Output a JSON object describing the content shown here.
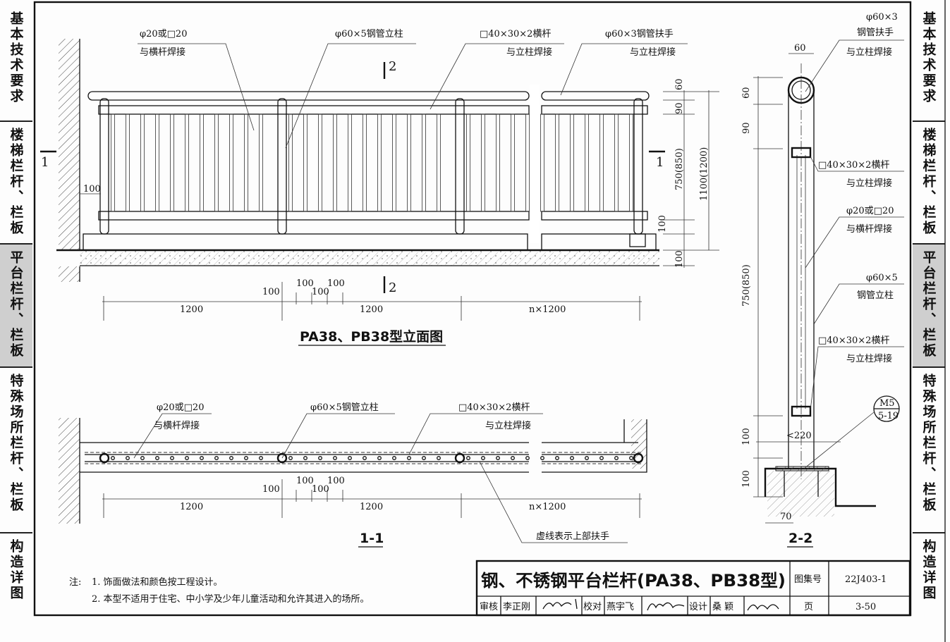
{
  "side_tabs_left": [
    "基本技术要求",
    "楼梯栏杆、栏板",
    "平台栏杆、栏板",
    "特殊场所栏杆、栏板",
    "构造详图"
  ],
  "side_tabs_right": [
    "基本技术要求",
    "楼梯栏杆、栏板",
    "平台栏杆、栏板",
    "特殊场所栏杆、栏板",
    "构造详图"
  ],
  "active_tab": "平台栏杆、栏板",
  "elevation": {
    "labels": {
      "baluster_a": "φ20或□20",
      "baluster_b": "与横杆焊接",
      "post": "φ60×5钢管立柱",
      "rail_a": "□40×30×2横杆",
      "rail_b": "与立柱焊接",
      "handrail_a": "φ60×3钢管扶手",
      "handrail_b": "与立柱焊接"
    },
    "section_marks": {
      "s1": "1",
      "s2": "2"
    },
    "dims_vertical": [
      "60",
      "90",
      "750(850)",
      "100",
      "100",
      "1100(1200)"
    ],
    "dims_horizontal": {
      "d100": "100",
      "spans": [
        "1200",
        "1200",
        "n×1200"
      ]
    },
    "title": "PA38、PB38型立面图"
  },
  "plan": {
    "labels": {
      "baluster_a": "φ20或□20",
      "baluster_b": "与横杆焊接",
      "post": "φ60×5钢管立柱",
      "rail_a": "□40×30×2横杆",
      "rail_b": "与立柱焊接",
      "dashed_note": "虚线表示上部扶手"
    },
    "spans": [
      "1200",
      "1200",
      "n×1200"
    ],
    "d100": "100",
    "title": "1-1"
  },
  "section": {
    "labels": {
      "handrail_a": "φ60×3",
      "handrail_b": "钢管扶手",
      "handrail_c": "与立柱焊接",
      "rail_a": "□40×30×2横杆",
      "rail_b": "与立柱焊接",
      "baluster_a": "φ20或□20",
      "baluster_b": "与横杆焊接",
      "post_a": "φ60×5",
      "post_b": "钢管立柱",
      "rail2_a": "□40×30×2横杆",
      "rail2_b": "与立柱焊接"
    },
    "dims": {
      "w60": "60",
      "d60": "60",
      "d90": "90",
      "d750": "750(850)",
      "d100a": "100",
      "d100b": "100",
      "w220": "<220",
      "w70": "70"
    },
    "ref": {
      "top": "M5",
      "bottom": "5-19"
    },
    "title": "2-2"
  },
  "notes": {
    "prefix": "注:",
    "items": [
      "1.  饰面做法和颜色按工程设计。",
      "2.  本型不适用于住宅、中小学及少年儿童活动和允许其进入的场所。"
    ]
  },
  "title_block": {
    "title": "钢、不锈钢平台栏杆(PA38、PB38型)",
    "atlas_label": "图集号",
    "atlas_no": "22J403-1",
    "review_label": "审核",
    "reviewer": "李正刚",
    "check_label": "校对",
    "checker": "燕宇飞",
    "design_label": "设计",
    "designer": "桑  颖",
    "page_label": "页",
    "page_no": "3-50"
  }
}
